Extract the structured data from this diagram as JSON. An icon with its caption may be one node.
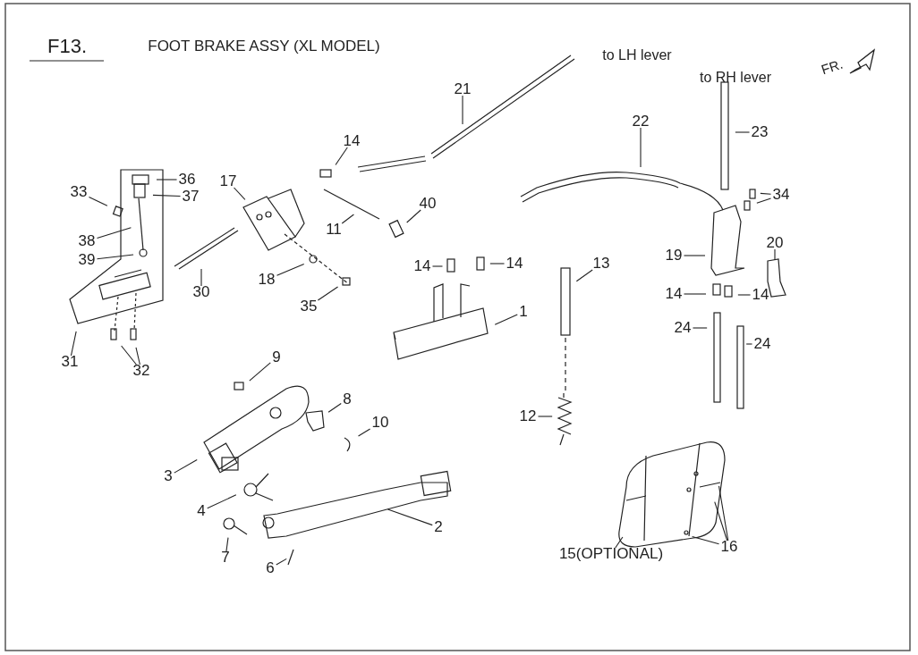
{
  "diagram": {
    "title": "FOOT BRAKE ASSY (XL MODEL)",
    "nodes": [
      {
        "text": [
          "33"
        ]
      },
      {
        "text": [
          "36"
        ]
      },
      {
        "text": [
          "37"
        ]
      },
      {
        "text": [
          "38"
        ]
      },
      {
        "text": [
          "39"
        ]
      },
      {
        "text": [
          "31"
        ]
      },
      {
        "text": [
          "32"
        ]
      },
      {
        "text": [
          "17"
        ]
      },
      {
        "text": [
          "30"
        ]
      },
      {
        "text": [
          "18"
        ]
      },
      {
        "text": [
          "35"
        ]
      },
      {
        "text": [
          "14"
        ]
      },
      {
        "text": [
          "11"
        ]
      },
      {
        "text": [
          "40"
        ]
      },
      {
        "text": [
          "21"
        ]
      },
      {
        "text": [
          "14"
        ]
      },
      {
        "text": [
          "14"
        ]
      },
      {
        "text": [
          "1"
        ]
      },
      {
        "text": [
          "13"
        ]
      },
      {
        "text": [
          "12"
        ]
      },
      {
        "text": [
          "22"
        ]
      },
      {
        "text": [
          "23"
        ]
      },
      {
        "text": [
          "34"
        ]
      },
      {
        "text": [
          "19"
        ]
      },
      {
        "text": [
          "20"
        ]
      },
      {
        "text": [
          "14"
        ]
      },
      {
        "text": [
          "14"
        ]
      },
      {
        "text": [
          "24"
        ]
      },
      {
        "text": [
          "24"
        ]
      },
      {
        "text": [
          "9"
        ]
      },
      {
        "text": [
          "8"
        ]
      },
      {
        "text": [
          "10"
        ]
      },
      {
        "text": [
          "3"
        ]
      },
      {
        "text": [
          "4"
        ]
      },
      {
        "text": [
          "7"
        ]
      },
      {
        "text": [
          "6"
        ]
      },
      {
        "text": [
          "2"
        ]
      },
      {
        "text": [
          "15(OPTIONAL)"
        ]
      },
      {
        "text": [
          "16"
        ]
      }
    ],
    "edges": [
      {
        "from": 0,
        "to": null,
        "arrow": "none"
      },
      {
        "from": 1,
        "to": null,
        "arrow": "none"
      },
      {
        "from": 2,
        "to": null,
        "arrow": "none"
      },
      {
        "from": 3,
        "to": null,
        "arrow": "none"
      },
      {
        "from": 4,
        "to": null,
        "arrow": "none"
      },
      {
        "from": 5,
        "to": null,
        "arrow": "none"
      },
      {
        "from": 6,
        "to": null,
        "arrow": "none"
      },
      {
        "from": 6,
        "to": null,
        "arrow": "none"
      },
      {
        "from": 7,
        "to": null,
        "arrow": "none"
      },
      {
        "from": 8,
        "to": null,
        "arrow": "none"
      },
      {
        "from": 9,
        "to": null,
        "arrow": "none"
      },
      {
        "from": 10,
        "to": null,
        "arrow": "none"
      },
      {
        "from": 11,
        "to": null,
        "arrow": "none"
      },
      {
        "from": 12,
        "to": null,
        "arrow": "none"
      },
      {
        "from": 13,
        "to": null,
        "arrow": "none"
      },
      {
        "from": 14,
        "to": null,
        "arrow": "none"
      },
      {
        "from": 15,
        "to": null,
        "arrow": "none"
      },
      {
        "from": 16,
        "to": null,
        "arrow": "none"
      },
      {
        "from": 17,
        "to": null,
        "arrow": "none"
      },
      {
        "from": 18,
        "to": null,
        "arrow": "none"
      },
      {
        "from": 19,
        "to": null,
        "arrow": "none"
      },
      {
        "from": 20,
        "to": null,
        "arrow": "none"
      },
      {
        "from": 21,
        "to": null,
        "arrow": "none"
      },
      {
        "from": 22,
        "to": null,
        "arrow": "none"
      },
      {
        "from": 22,
        "to": null,
        "arrow": "none"
      },
      {
        "from": 23,
        "to": null,
        "arrow": "none"
      },
      {
        "from": 24,
        "to": null,
        "arrow": "none"
      },
      {
        "from": 25,
        "to": null,
        "arrow": "none"
      },
      {
        "from": 26,
        "to": null,
        "arrow": "none"
      },
      {
        "from": 27,
        "to": null,
        "arrow": "none"
      },
      {
        "from": 28,
        "to": null,
        "arrow": "none"
      },
      {
        "from": 29,
        "to": null,
        "arrow": "none"
      },
      {
        "from": 30,
        "to": null,
        "arrow": "none"
      },
      {
        "from": 31,
        "to": null,
        "arrow": "none"
      },
      {
        "from": 32,
        "to": null,
        "arrow": "none"
      },
      {
        "from": 33,
        "to": null,
        "arrow": "none"
      },
      {
        "from": 34,
        "to": null,
        "arrow": "none"
      },
      {
        "from": 35,
        "to": null,
        "arrow": "none"
      },
      {
        "from": 36,
        "to": null,
        "arrow": "none"
      },
      {
        "from": 37,
        "to": null,
        "arrow": "none"
      },
      {
        "from": 38,
        "to": null,
        "arrow": "none"
      },
      {
        "from": 38,
        "to": null,
        "arrow": "none"
      },
      {
        "from": 38,
        "to": null,
        "arrow": "none"
      }
    ],
    "labels": [
      "F13.",
      "to LH lever",
      "to RH lever",
      "FR."
    ]
  }
}
